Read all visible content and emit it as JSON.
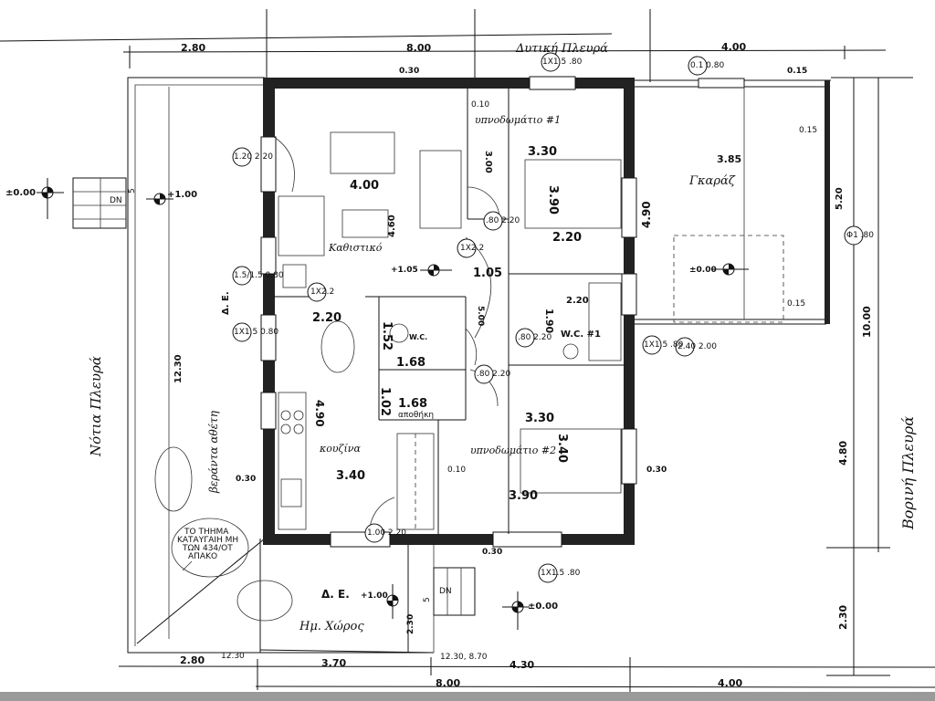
{
  "sides": {
    "west": "Δυτική Πλευρά",
    "south": "Νότια Πλευρά",
    "east": "Βορινή Πλευρά"
  },
  "rooms": {
    "bedroom1": "υπνοδωμάτιο #1",
    "bedroom2": "υπνοδωμάτιο #2",
    "living": "Καθιστικό",
    "kitchen": "κουζίνα",
    "garage": "Γκαράζ",
    "wc1": "W.C. #1",
    "wc2": "W.C.",
    "storage": "αποθήκη",
    "semi_open": "Ημ. Χώρος",
    "de_left": "Δ. Ε.",
    "de_bottom": "Δ. Ε.",
    "veranda": "βεράντα αθέτη"
  },
  "note": [
    "ΤΟ ΤΗΗΜΑ",
    "ΚΑΤΑΥΓΑΙΗ ΜΗ",
    "ΤΩΝ 434/ΟΤ",
    "ΑΠΑΚΟ"
  ],
  "levels": {
    "outside_left": "±0.00",
    "stair_left": "+1.00",
    "living": "+1.05",
    "garage": "±0.00",
    "bottom_de": "+1.00",
    "bottom_right": "±0.00"
  },
  "stairs": {
    "left": "DN",
    "bottom": "DN"
  },
  "dimensions": {
    "top": [
      "2.80",
      "8.00",
      "4.00"
    ],
    "bottom": [
      "2.80",
      "12.30",
      "3.70",
      "12.30, 8.70",
      "4.30",
      "8.00",
      "4.00"
    ],
    "right": [
      "10.00",
      "4.80",
      "2.30"
    ],
    "left": "12.30",
    "wall_030_top": "0.30",
    "wall_015": "0.15",
    "wall_015b": "0.15",
    "wall_015c": "0.15",
    "wall_030_right": "0.30",
    "wall_030_left": "0.30",
    "wall_030_bottom": "0.30",
    "wall_010a": "0.10",
    "wall_010b": "0.10",
    "living_w": "4.00",
    "living_h": "4.60",
    "bed1_w": "3.30",
    "bed1_h": "3.90",
    "bed1_h2": "3.00",
    "hall_w": "2.20",
    "hall_w2": "1.05",
    "hall_h": "5.00",
    "wc1_w": "2.20",
    "wc1_h": "1.90",
    "garage_w": "3.85",
    "garage_h": "4.90",
    "garage_h2": "5.20",
    "dining_w": "2.20",
    "wc_w": "1.68",
    "wc_h": "1.52",
    "store_w": "1.68",
    "store_h": "1.02",
    "kitchen_h": "4.90",
    "kitchen_w": "3.40",
    "bed2_w": "3.30",
    "bed2_w2": "3.90",
    "bed2_h": "3.40",
    "porch_h": "2.30",
    "stair_h": "5",
    "stair_h2": "5"
  },
  "openings": [
    "1Χ1.5 .80",
    "0.1 0.80",
    "1.20 2.20",
    "1.5/1.5 0.80",
    "1Χ1.5 0.80",
    "1Χ2.2",
    ".80 2.20",
    "1Χ2.2",
    ".80 2.20",
    ".80 2.20",
    "2.40 2.00",
    "Φ1 .80",
    "1Χ1.5 .80",
    "1.00 2.20",
    "1Χ1.5 .80"
  ]
}
